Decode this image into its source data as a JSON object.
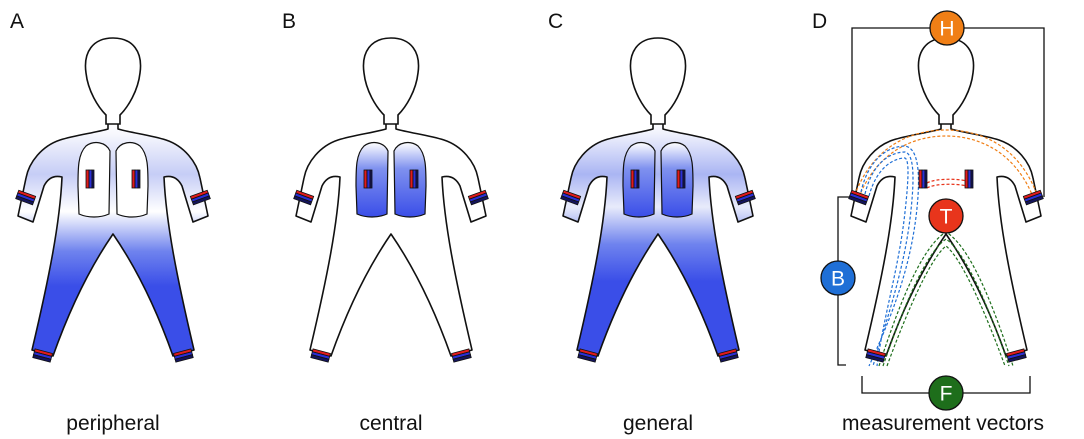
{
  "panels": [
    {
      "letter": "A",
      "caption": "peripheral"
    },
    {
      "letter": "B",
      "caption": "central"
    },
    {
      "letter": "C",
      "caption": "general"
    },
    {
      "letter": "D",
      "caption": "measurement vectors"
    }
  ],
  "nodes": {
    "head": {
      "label": "H",
      "color": "#f07f16"
    },
    "thorax": {
      "label": "T",
      "color": "#e8351c"
    },
    "body": {
      "label": "B",
      "color": "#1f6fd6"
    },
    "feet": {
      "label": "F",
      "color": "#1e6e1b"
    }
  },
  "colors": {
    "fluid": "#3a4ee8",
    "electrode_red": "#e01b1b",
    "electrode_blue": "#2a2fd6",
    "electrode_dark": "#14145a"
  }
}
